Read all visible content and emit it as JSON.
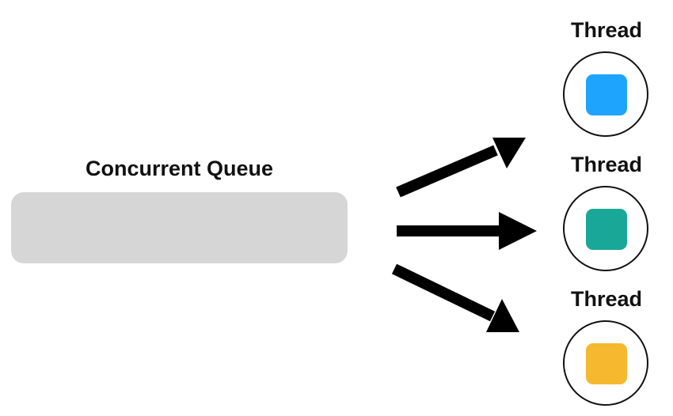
{
  "queue": {
    "title": "Concurrent Queue",
    "color": "#d6d6d6"
  },
  "threads": [
    {
      "label": "Thread",
      "color": "#1ea4fc"
    },
    {
      "label": "Thread",
      "color": "#19a898"
    },
    {
      "label": "Thread",
      "color": "#f5b82e"
    }
  ],
  "arrow_color": "#000000"
}
